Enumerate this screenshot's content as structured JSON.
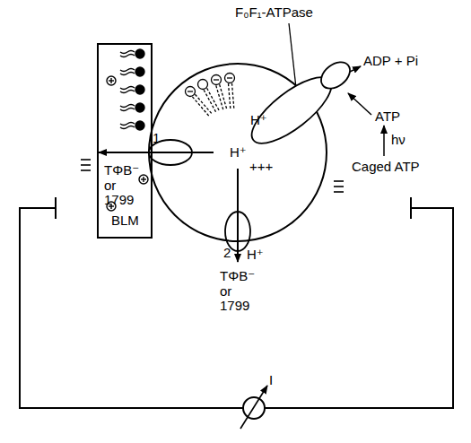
{
  "diagram": {
    "nodes": [
      {
        "text": [
          "BLM"
        ]
      },
      {
        "text": [
          "H⁺"
        ]
      },
      {
        "text": [
          "H⁺"
        ]
      }
    ],
    "labels": [
      "F₀F₁-ATPase",
      "ADP + Pi",
      "ATP",
      "hν",
      "Caged ATP",
      "1",
      "TΦB⁻ or 1799",
      "2",
      "H⁺",
      "TΦB⁻ or 1799",
      "+++",
      "I"
    ]
  }
}
